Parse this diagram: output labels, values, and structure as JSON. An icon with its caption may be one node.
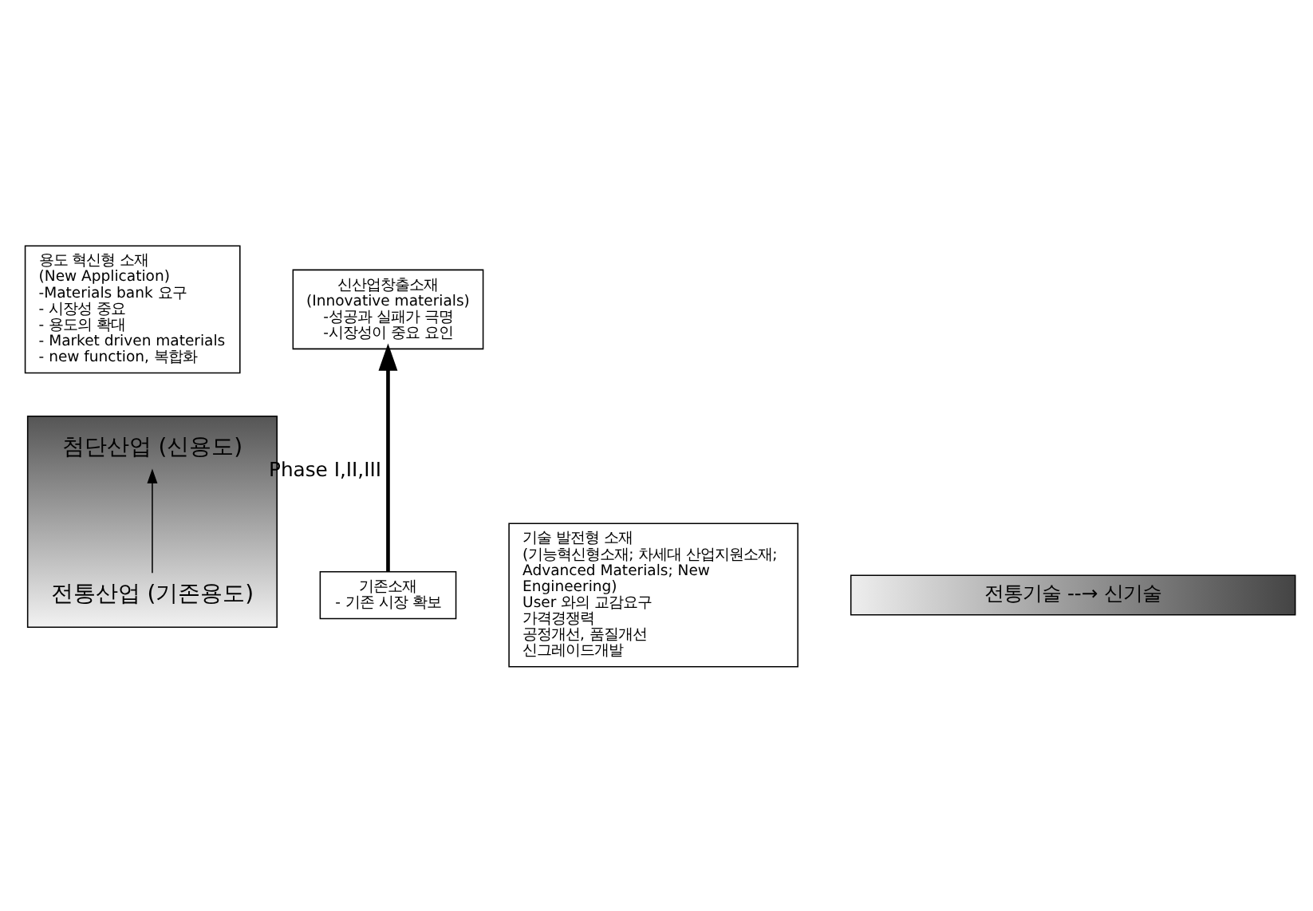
{
  "diagram": {
    "nodes": [
      {
        "text": [],
        "shape": "bar"
      },
      {
        "text": [
          "첨단산업 (신용도)"
        ],
        "in": 0
      },
      {
        "text": [
          "전통산업 (기존용도)"
        ],
        "in": 0
      },
      {
        "text": [
          "용도 혁신형 소재",
          "(New Application)",
          "-Materials bank 요구",
          "- 시장성 중요",
          "- 용도의 확대",
          "- Market driven materials",
          "- new function, 복합화"
        ]
      },
      {
        "text": [
          "신산업창출소재",
          "(Innovative materials)",
          "-성공과 실패가 극명",
          "-시장성이 중요 요인"
        ]
      },
      {
        "text": [
          "기술 발전형 소재",
          "(기능혁신형소재; 차세대 산업지원소재; Advanced Materials; New Engineering)",
          "User 와의 교감요구",
          "가격경쟁력",
          "공정개선, 품질개선",
          "신그레이드개발"
        ]
      },
      {
        "text": [
          "기존소재",
          "- 기존 시장 확보"
        ]
      },
      {
        "text": [
          "전통기술 --→ 신기술"
        ]
      }
    ],
    "edges": [
      {
        "from": 2,
        "to": 1,
        "arrow": "to"
      },
      {
        "from": 6,
        "to": 4,
        "arrow": "to",
        "label": "Phase I,II,III",
        "style": "thick"
      }
    ]
  }
}
